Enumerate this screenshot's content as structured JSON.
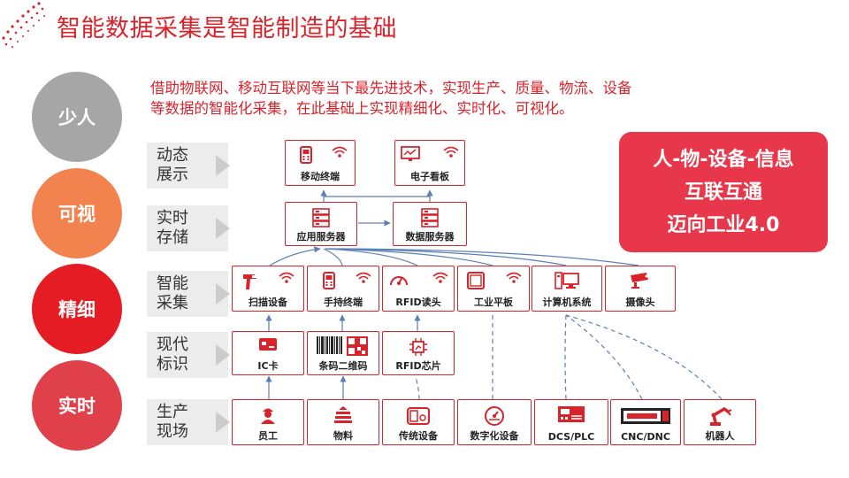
{
  "title": "智能数据采集是智能制造的基础",
  "intro_lines": [
    "借助物联网、移动互联网等当下最先进技术，实现生产、质量、物流、设备",
    "等数据的智能化采集，在此基础上实现精细化、实时化、可视化。"
  ],
  "circles": [
    "少人",
    "可视",
    "精细",
    "实时"
  ],
  "colors": {
    "accent": "#d9232b",
    "circle_1": "#a6a6a6",
    "circle_2": "#f2834f",
    "circle_3": "#e51c23",
    "circle_4": "#e0404a",
    "info_box": "#e8374a",
    "connector": "#5b7fb5"
  },
  "rows": [
    {
      "label_1": "动态",
      "label_2": "展示"
    },
    {
      "label_1": "实时",
      "label_2": "存储"
    },
    {
      "label_1": "智能",
      "label_2": "采集"
    },
    {
      "label_1": "现代",
      "label_2": "标识"
    },
    {
      "label_1": "生产",
      "label_2": "现场"
    }
  ],
  "display_nodes": [
    {
      "label": "移动终端",
      "icon": "mobile-terminal-icon",
      "wifi": true
    },
    {
      "label": "电子看板",
      "icon": "monitor-board-icon",
      "wifi": true
    }
  ],
  "storage_nodes": [
    {
      "label": "应用服务器",
      "icon": "server-icon"
    },
    {
      "label": "数据服务器",
      "icon": "server-icon"
    }
  ],
  "collection_nodes": [
    {
      "label": "扫描设备",
      "icon": "scanner-gun-icon",
      "wifi": true
    },
    {
      "label": "手持终端",
      "icon": "handheld-terminal-icon",
      "wifi": true
    },
    {
      "label": "RFID读头",
      "icon": "rfid-reader-icon",
      "wifi": true
    },
    {
      "label": "工业平板",
      "icon": "industrial-tablet-icon",
      "wifi": true
    },
    {
      "label": "计算机系统",
      "icon": "computer-icon",
      "wifi": false
    },
    {
      "label": "摄像头",
      "icon": "camera-icon",
      "wifi": false
    }
  ],
  "identification_nodes": [
    {
      "label": "IC卡",
      "icon": "ic-card-icon"
    },
    {
      "label": "条码二维码",
      "icon": "barcode-qr-icon"
    },
    {
      "label": "RFID芯片",
      "icon": "rfid-chip-icon"
    }
  ],
  "field_nodes": [
    {
      "label": "员工",
      "icon": "worker-icon"
    },
    {
      "label": "物料",
      "icon": "material-stack-icon"
    },
    {
      "label": "传统设备",
      "icon": "traditional-equipment-icon"
    },
    {
      "label": "数字化设备",
      "icon": "digital-gauge-icon"
    },
    {
      "label": "DCS/PLC",
      "icon": "plc-controller-icon"
    },
    {
      "label": "CNC/DNC",
      "icon": "cnc-machine-icon"
    },
    {
      "label": "机器人",
      "icon": "robot-arm-icon"
    }
  ],
  "info_box": {
    "line_1": "人-物-设备-信息",
    "line_2": "互联互通",
    "line_3": "迈向工业4.0"
  }
}
